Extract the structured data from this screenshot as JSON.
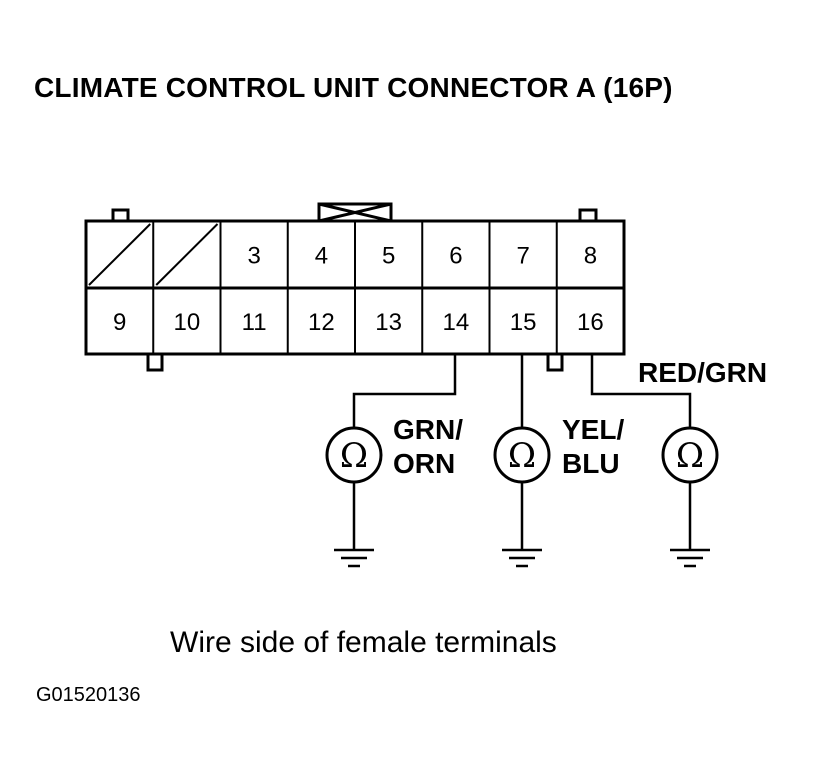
{
  "title": "CLIMATE CONTROL UNIT CONNECTOR A (16P)",
  "connector": {
    "top_row": [
      "",
      "",
      "3",
      "4",
      "5",
      "6",
      "7",
      "8"
    ],
    "bottom_row": [
      "9",
      "10",
      "11",
      "12",
      "13",
      "14",
      "15",
      "16"
    ]
  },
  "meters": [
    {
      "terminal": "14",
      "wire_line1": "GRN/",
      "wire_line2": "ORN",
      "symbol": "Ω"
    },
    {
      "terminal": "15",
      "wire_line1": "YEL/",
      "wire_line2": "BLU",
      "symbol": "Ω"
    },
    {
      "terminal": "16",
      "wire_line1": "RED/GRN",
      "wire_line2": "",
      "symbol": "Ω"
    }
  ],
  "caption": "Wire side of female terminals",
  "figure_id": "G01520136"
}
